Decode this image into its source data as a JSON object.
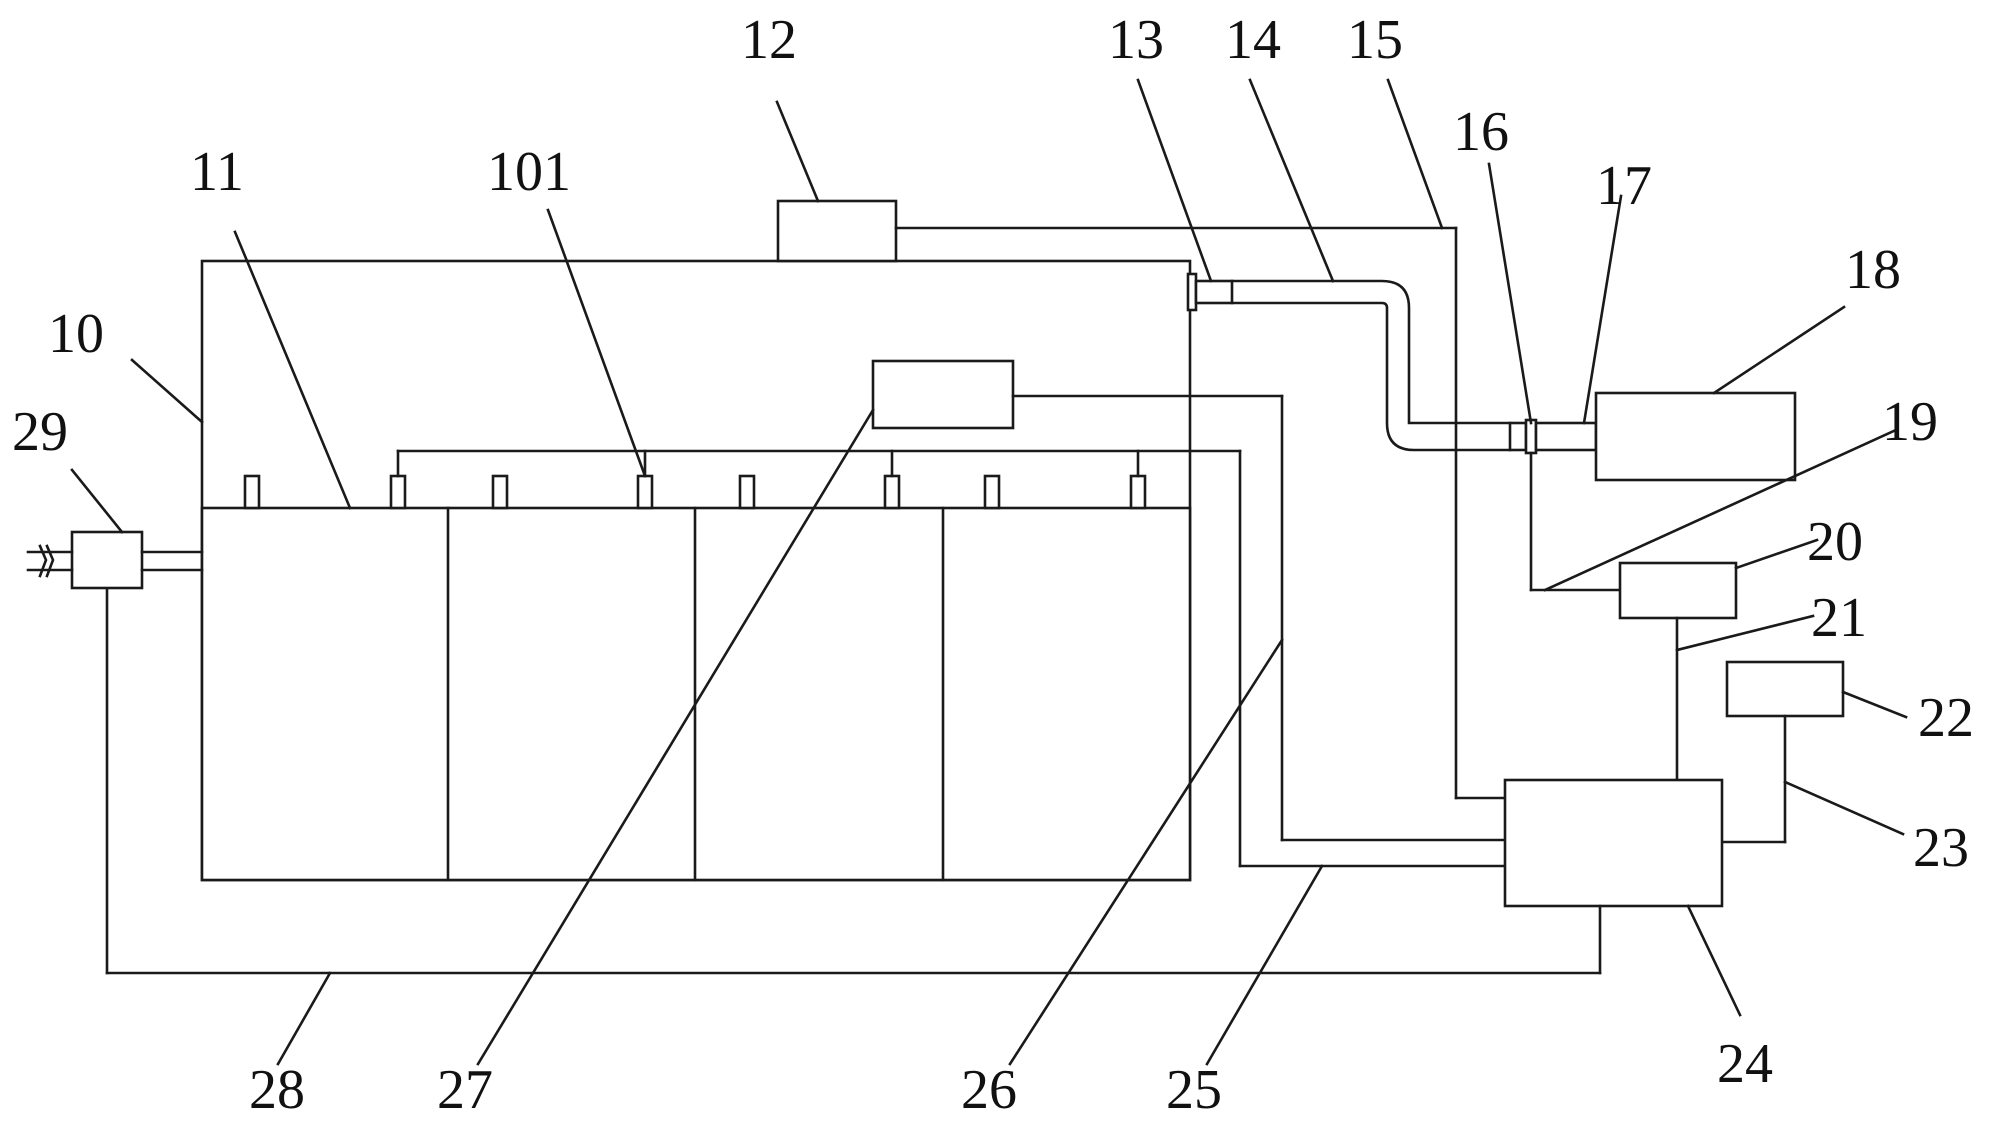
{
  "diagram": {
    "labels": {
      "l10": "10",
      "l11": "11",
      "l12": "12",
      "l13": "13",
      "l14": "14",
      "l15": "15",
      "l16": "16",
      "l17": "17",
      "l18": "18",
      "l19": "19",
      "l20": "20",
      "l21": "21",
      "l22": "22",
      "l23": "23",
      "l24": "24",
      "l25": "25",
      "l26": "26",
      "l27": "27",
      "l28": "28",
      "l29": "29",
      "l101": "101"
    },
    "colors": {
      "line": "#1a1a1a",
      "background": "#ffffff"
    }
  }
}
